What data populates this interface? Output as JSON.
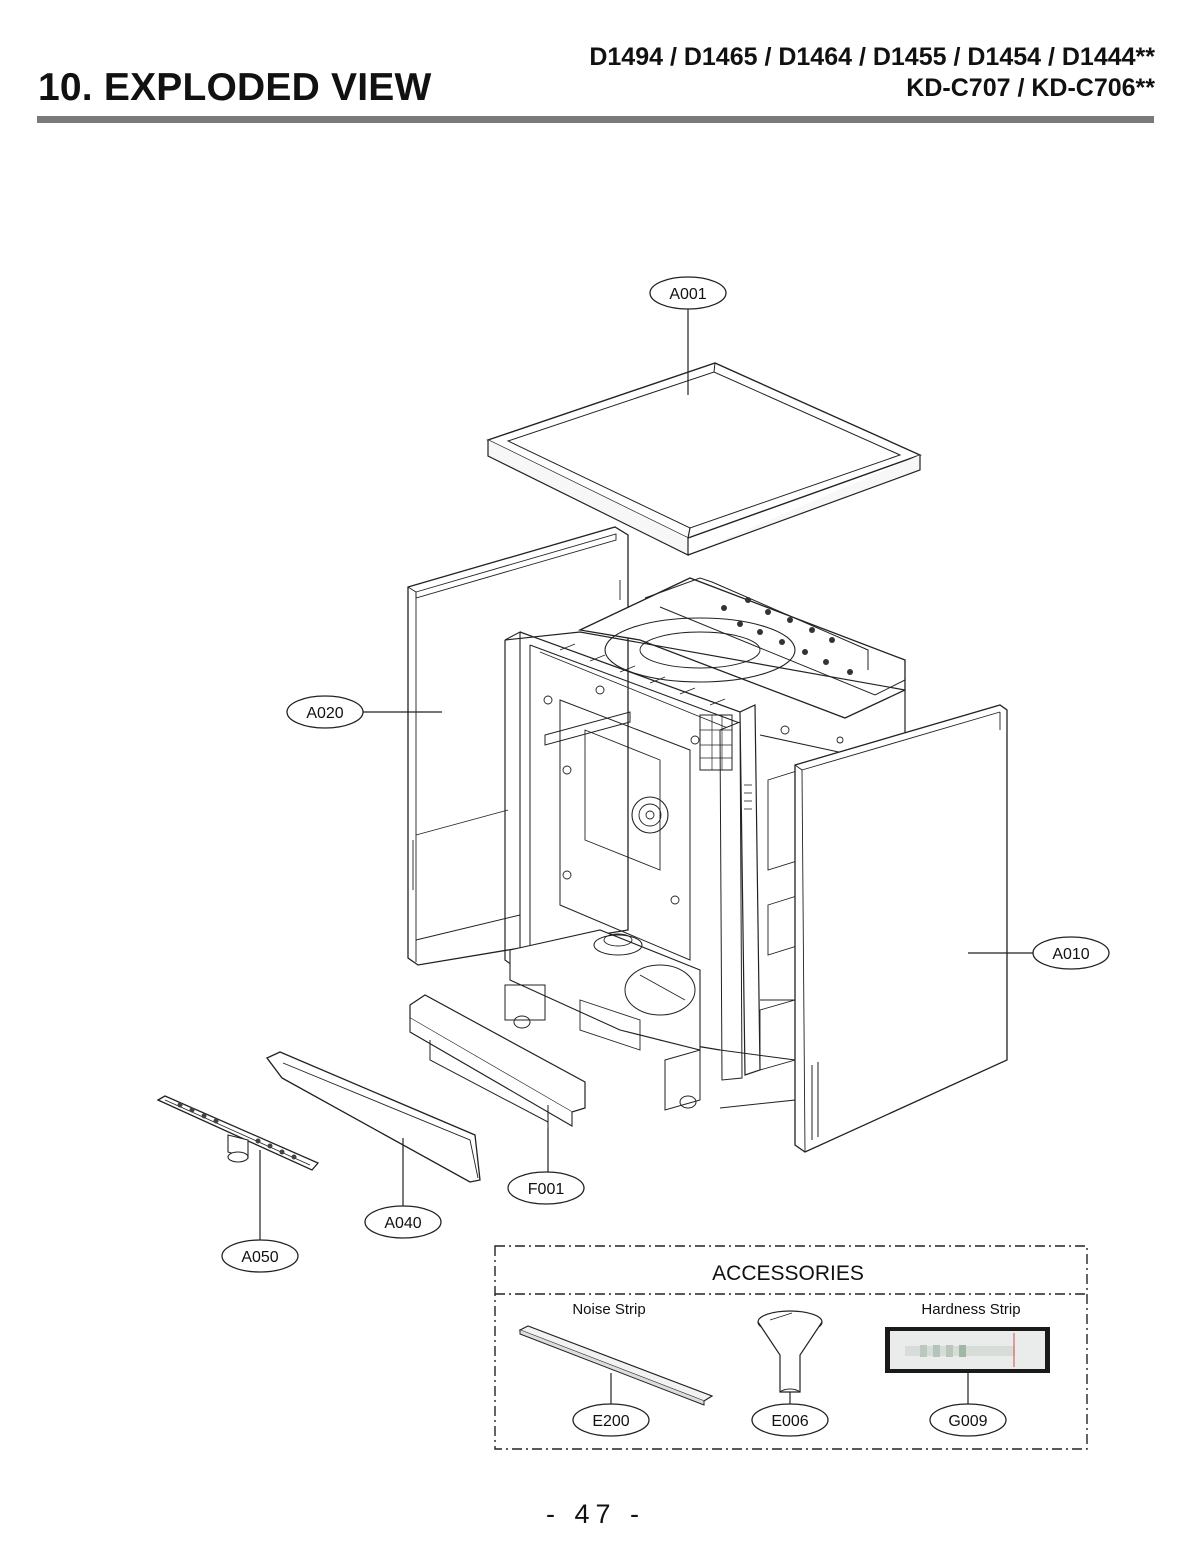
{
  "header": {
    "title": "10. EXPLODED VIEW",
    "models_line1": "D1494 / D1465 / D1464 / D1455 / D1454 / D1444**",
    "models_line2": "KD-C707 / KD-C706**"
  },
  "parts": {
    "a001": "A001",
    "a020": "A020",
    "a010": "A010",
    "f001": "F001",
    "a040": "A040",
    "a050": "A050"
  },
  "accessories": {
    "title": "ACCESSORIES",
    "noise_strip_label": "Noise Strip",
    "hardness_strip_label": "Hardness Strip",
    "e200": "E200",
    "e006": "E006",
    "g009": "G009"
  },
  "footer": {
    "page_number": "- 47 -"
  }
}
